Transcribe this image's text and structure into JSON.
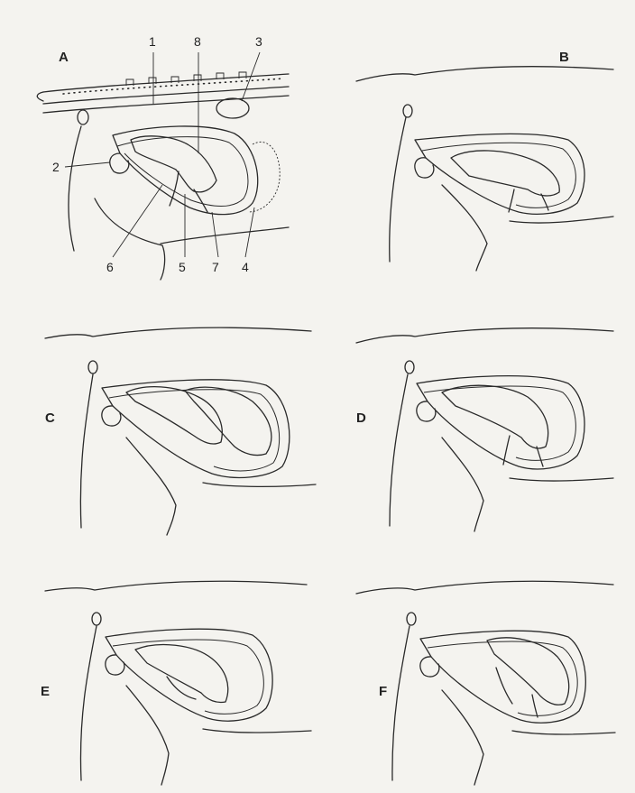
{
  "panels": {
    "a": {
      "label": "A"
    },
    "b": {
      "label": "B"
    },
    "c": {
      "label": "C"
    },
    "d": {
      "label": "D"
    },
    "e": {
      "label": "E"
    },
    "f": {
      "label": "F"
    }
  },
  "callouts": {
    "n1": "1",
    "n2": "2",
    "n3": "3",
    "n4": "4",
    "n5": "5",
    "n6": "6",
    "n7": "7",
    "n8": "8"
  }
}
